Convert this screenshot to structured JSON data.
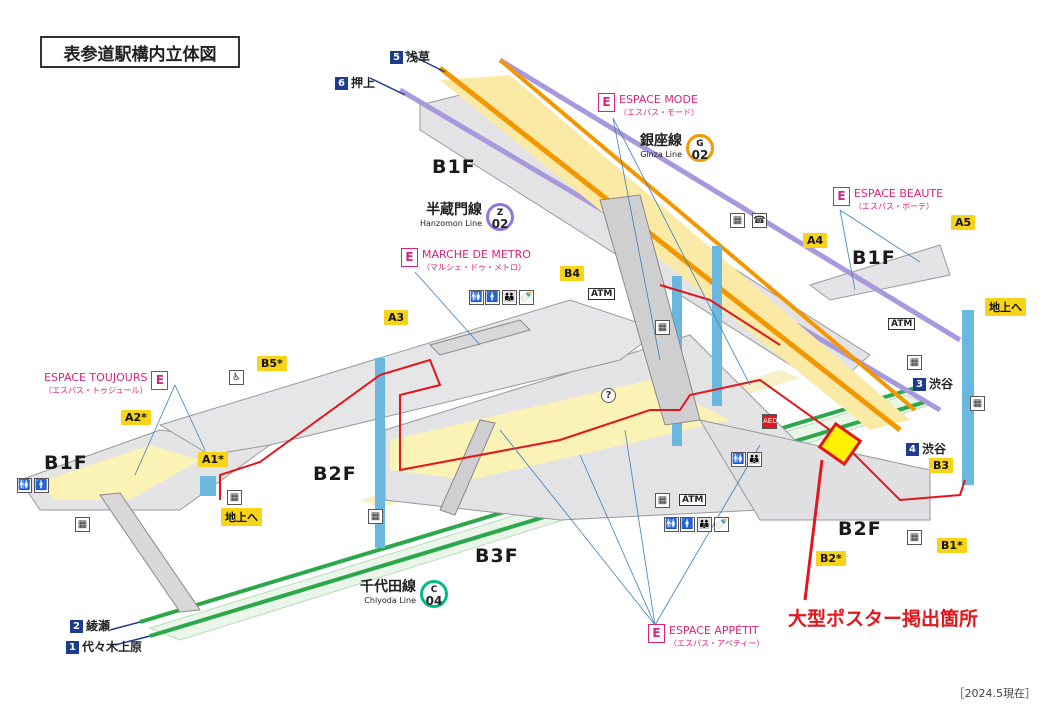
{
  "title": "表参道駅構内立体図",
  "floors": {
    "b1f_top": "B1F",
    "b1f_left": "B1F",
    "b1f_right": "B1F",
    "b2f_center": "B2F",
    "b2f_right": "B2F",
    "b3f": "B3F"
  },
  "destinations": {
    "asakusa": {
      "num": "5",
      "text": "浅草"
    },
    "oshiage": {
      "num": "6",
      "text": "押上"
    },
    "shibuya3": {
      "num": "3",
      "text": "渋谷"
    },
    "shibuya4": {
      "num": "4",
      "text": "渋谷"
    },
    "ayase": {
      "num": "2",
      "text": "綾瀬"
    },
    "yoyogi": {
      "num": "1",
      "text": "代々木上原"
    }
  },
  "lines": {
    "ginza": {
      "jp": "銀座線",
      "en": "Ginza Line",
      "letter": "G",
      "number": "02",
      "color": "#f39700"
    },
    "hanzomon": {
      "jp": "半蔵門線",
      "en": "Hanzomon Line",
      "letter": "Z",
      "number": "02",
      "color": "#8f76d6"
    },
    "chiyoda": {
      "jp": "千代田線",
      "en": "Chiyoda Line",
      "letter": "C",
      "number": "04",
      "color": "#00bb85"
    }
  },
  "espaces": {
    "mode": {
      "letter": "E",
      "name": "ESPACE MODE",
      "sub": "（エスパス・モード）"
    },
    "beaute": {
      "letter": "E",
      "name": "ESPACE BEAUTE",
      "sub": "（エスパス・ボーテ）"
    },
    "marche": {
      "letter": "E",
      "name": "MARCHE DE METRO",
      "sub": "（マルシェ・ドゥ・メトロ）"
    },
    "toujours": {
      "letter": "E",
      "name": "ESPACE TOUJOURS",
      "sub": "（エスパス・トゥジュール）"
    },
    "appetit": {
      "letter": "E",
      "name": "ESPACE APPÉTIT",
      "sub": "（エスパス・アペティー）"
    }
  },
  "exits": {
    "a1": "A1*",
    "a2": "A2*",
    "a3": "A3",
    "a4": "A4",
    "a5": "A5",
    "b1": "B1*",
    "b2": "B2*",
    "b3": "B3",
    "b4": "B4",
    "b5": "B5*"
  },
  "to_surface": {
    "left": "地上へ",
    "right": "地上へ"
  },
  "atm": "ATM",
  "question": "?",
  "aed": "AED",
  "poster_location": "大型ポスター掲出箇所",
  "date_note": "［2024.5現在］",
  "colors": {
    "ginza": "#f39700",
    "hanzomon": "#a898dc",
    "chiyoda": "#009944",
    "route": "#e3161b",
    "platform": "#fff4b8",
    "concourse": "#e4e4e6",
    "elevator": "#6ab8e0"
  }
}
